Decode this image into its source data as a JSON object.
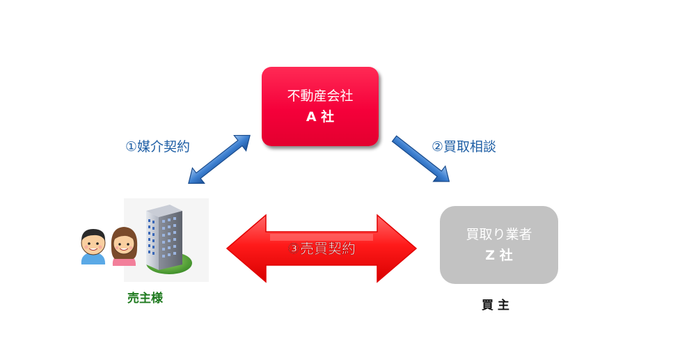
{
  "agent": {
    "line1": "不動産会社",
    "line2": "A 社"
  },
  "buyer_company": {
    "line1": "買取り業者",
    "line2": "Z 社"
  },
  "arrows": {
    "brokerage": "①媒介契約",
    "purchase_consult": "②買取相談",
    "sale_contract": "③売買契約"
  },
  "seller_label": "売主様",
  "buyer_label": "買 主",
  "colors": {
    "agent_box": "#f5003a",
    "buyer_box": "#c2c2c2",
    "arrow_blue": "#2f6fc0",
    "arrow_red": "#ff1010",
    "label_blue": "#1f5fa5",
    "seller_green": "#1e7a1e"
  },
  "icons": [
    "person-boy-icon",
    "person-woman-icon",
    "office-building-icon"
  ]
}
